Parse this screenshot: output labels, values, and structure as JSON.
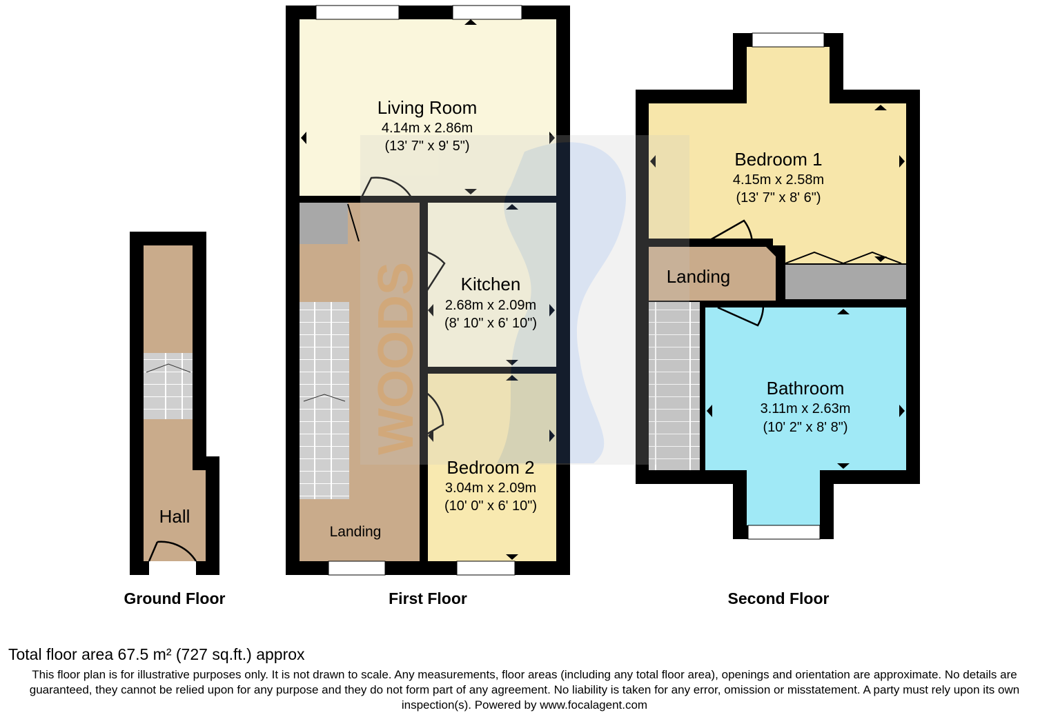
{
  "floors": {
    "ground": {
      "label": "Ground Floor",
      "rooms": {
        "hall": "Hall"
      }
    },
    "first": {
      "label": "First Floor",
      "rooms": {
        "living_room": {
          "name": "Living Room",
          "metric": "4.14m x 2.86m",
          "imperial": "(13' 7\" x 9' 5\")"
        },
        "kitchen": {
          "name": "Kitchen",
          "metric": "2.68m x 2.09m",
          "imperial": "(8' 10\" x 6' 10\")"
        },
        "bedroom_2": {
          "name": "Bedroom 2",
          "metric": "3.04m x 2.09m",
          "imperial": "(10' 0\" x 6' 10\")"
        },
        "landing": "Landing"
      }
    },
    "second": {
      "label": "Second Floor",
      "rooms": {
        "bedroom_1": {
          "name": "Bedroom 1",
          "metric": "4.15m x 2.58m",
          "imperial": "(13' 7\" x 8' 6\")"
        },
        "bathroom": {
          "name": "Bathroom",
          "metric": "3.11m x 2.63m",
          "imperial": "(10' 2\" x 8' 8\")"
        },
        "landing": "Landing"
      }
    }
  },
  "total_area": "Total floor area 67.5 m² (727 sq.ft.) approx",
  "disclaimer": "This floor plan is for illustrative purposes only. It is not drawn to scale. Any measurements, floor areas (including any total floor area), openings and orientation are approximate. No details are guaranteed, they cannot be relied upon for any purpose and they do not form part of any agreement. No liability is taken for any error, omission or misstatement. A party must rely upon its own inspection(s). Powered by www.focalagent.com",
  "colors": {
    "wall": "#000000",
    "hall": "#c9ab8b",
    "stairs": "#c8c8c8",
    "living_room": "#faf6dc",
    "kitchen": "#faf6dc",
    "bedroom_2": "#f8e9b0",
    "bedroom_1": "#f7e6aa",
    "bathroom": "#a0e9f6",
    "landing": "#c9ab8b",
    "cupboard": "#a8a8a8",
    "watermark": "#5b83c8",
    "watermark_text": "#f0a040"
  },
  "watermark": {
    "text": "WOODS"
  }
}
